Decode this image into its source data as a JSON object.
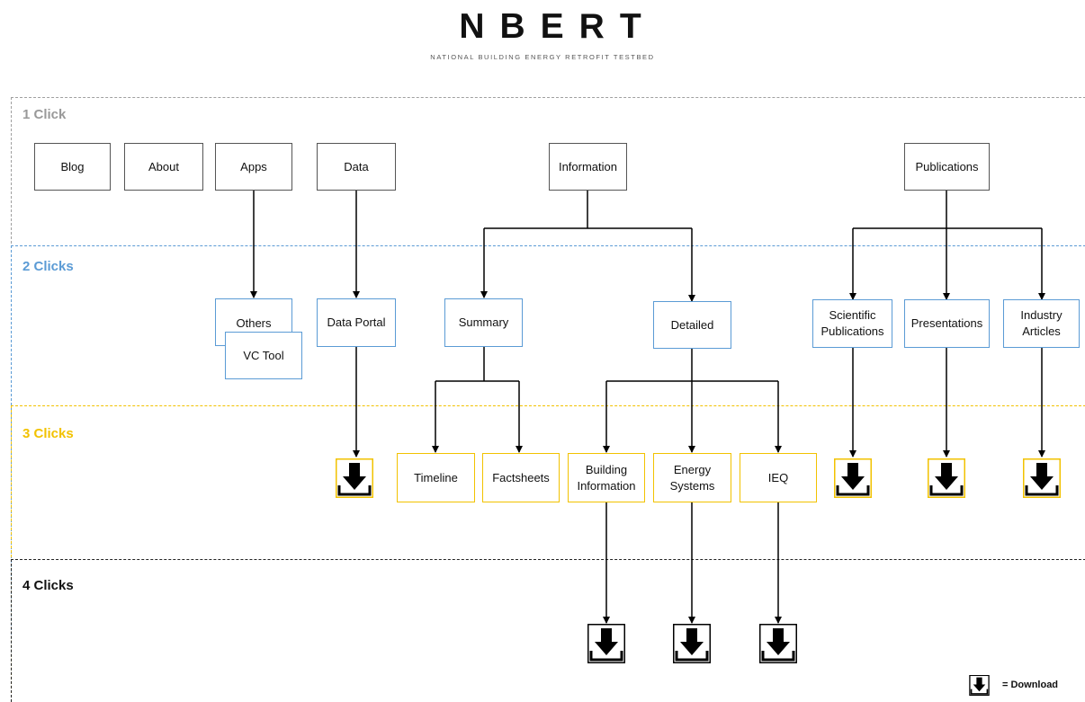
{
  "header": {
    "logo_text": "NBERT",
    "tagline": "NATIONAL BUILDING ENERGY RETROFIT TESTBED"
  },
  "zones": [
    {
      "label": "1 Click",
      "color": "#999999"
    },
    {
      "label": "2 Clicks",
      "color": "#5b9bd5"
    },
    {
      "label": "3 Clicks",
      "color": "#f2c200"
    },
    {
      "label": "4 Clicks",
      "color": "#111111"
    }
  ],
  "nodes": {
    "blog": "Blog",
    "about": "About",
    "apps": "Apps",
    "data": "Data",
    "information": "Information",
    "publications": "Publications",
    "others": "Others",
    "vc_tool": "VC Tool",
    "data_portal": "Data Portal",
    "summary": "Summary",
    "detailed": "Detailed",
    "scientific_publications": "Scientific Publications",
    "presentations": "Presentations",
    "industry_articles": "Industry Articles",
    "timeline": "Timeline",
    "factsheets": "Factsheets",
    "building_information": "Building Information",
    "energy_systems": "Energy Systems",
    "ieq": "IEQ"
  },
  "legend": {
    "label": "= Download",
    "icon": "download-icon"
  }
}
